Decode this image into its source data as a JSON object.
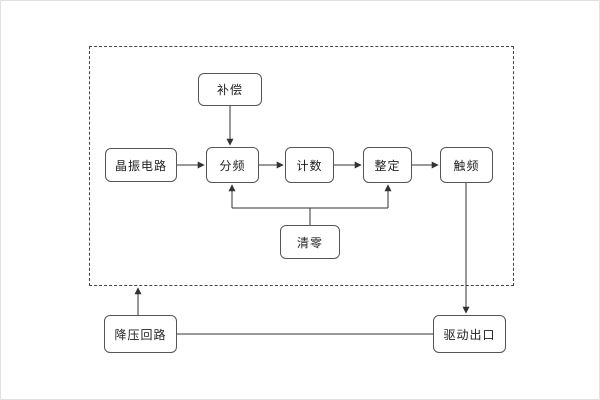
{
  "diagram": {
    "title": "timer-circuit-block-diagram",
    "nodes": {
      "compensation": {
        "label": "补偿"
      },
      "crystal": {
        "label": "晶振电路"
      },
      "divider": {
        "label": "分频"
      },
      "counter": {
        "label": "计数"
      },
      "setting": {
        "label": "整定"
      },
      "trigger": {
        "label": "触频"
      },
      "clear": {
        "label": "清零"
      },
      "stepdown": {
        "label": "降压回路"
      },
      "drive": {
        "label": "驱动出口"
      }
    },
    "colors": {
      "node_border": "#555555",
      "wire": "#333333",
      "dashed_frame": "#444444",
      "background": "#ffffff",
      "text": "#222222"
    }
  }
}
